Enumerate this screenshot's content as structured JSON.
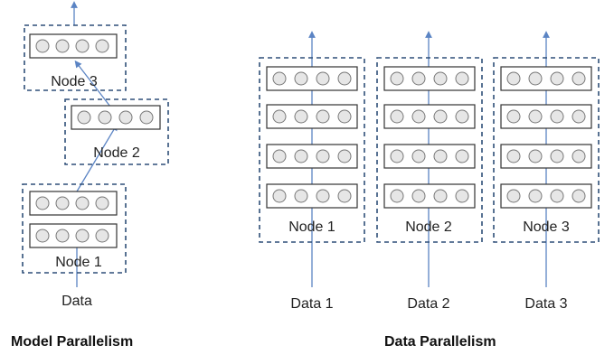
{
  "model_parallelism": {
    "title": "Model Parallelism",
    "nodes": [
      "Node 3",
      "Node 2",
      "Node 1"
    ],
    "input": "Data"
  },
  "data_parallelism": {
    "title": "Data Parallelism",
    "nodes": [
      "Node 1",
      "Node 2",
      "Node 3"
    ],
    "inputs": [
      "Data 1",
      "Data 2",
      "Data 3"
    ]
  },
  "colors": {
    "dash_border": "#2f4f78",
    "layer_border": "#333333",
    "neuron_fill": "#e6e6e6",
    "neuron_stroke": "#777777",
    "arrow": "#5b84c4"
  }
}
